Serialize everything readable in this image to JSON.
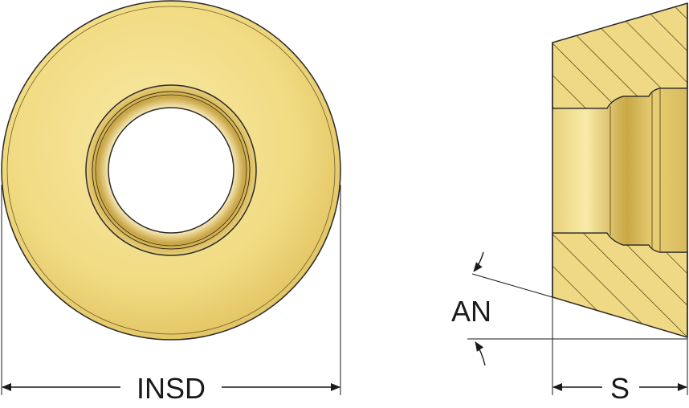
{
  "labels": {
    "diameter": "INSD",
    "angle": "AN",
    "thickness": "S"
  },
  "colors": {
    "insert_body": "#f3df8a",
    "insert_shadow": "#d9bd5a",
    "insert_dark": "#b08f2e",
    "outline": "#2a2a2a",
    "hatch": "#5a4a1a",
    "background": "#ffffff"
  }
}
